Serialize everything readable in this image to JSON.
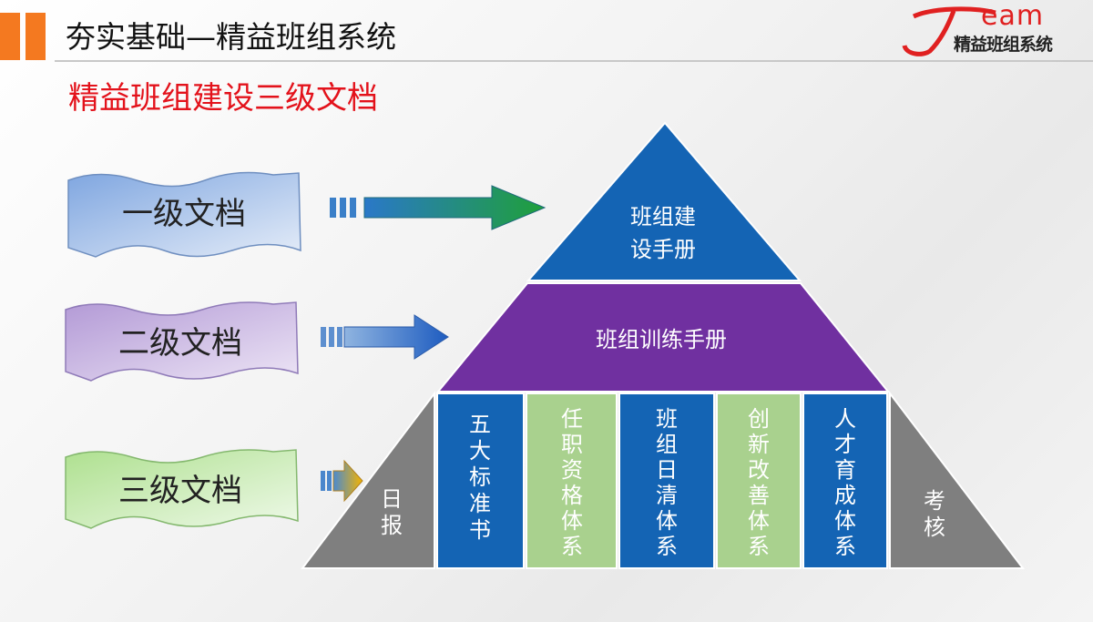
{
  "header": {
    "title": "夯实基础—精益班组系统",
    "logo_team": "eam",
    "logo_subtitle": "精益班组系统"
  },
  "subtitle": "精益班组建设三级文档",
  "levels": [
    {
      "label": "一级文档",
      "color": "#aac4ea"
    },
    {
      "label": "二级文档",
      "color": "#c9b6e0"
    },
    {
      "label": "三级文档",
      "color": "#c7eab8"
    }
  ],
  "pyramid": {
    "top": {
      "lines": [
        "班组建",
        "设手册"
      ],
      "color": "#1464b4"
    },
    "middle": {
      "label": "班组训练手册",
      "color": "#7030a0"
    },
    "bottom_columns": [
      {
        "chars": [
          "日",
          "报"
        ],
        "color": "#7f7f7f"
      },
      {
        "chars": [
          "五",
          "大",
          "标",
          "准",
          "书"
        ],
        "color": "#1464b4"
      },
      {
        "chars": [
          "任",
          "职",
          "资",
          "格",
          "体",
          "系"
        ],
        "color": "#a9d18e"
      },
      {
        "chars": [
          "班",
          "组",
          "日",
          "清",
          "体",
          "系"
        ],
        "color": "#1464b4"
      },
      {
        "chars": [
          "创",
          "新",
          "改",
          "善",
          "体",
          "系"
        ],
        "color": "#a9d18e"
      },
      {
        "chars": [
          "人",
          "才",
          "育",
          "成",
          "体",
          "系"
        ],
        "color": "#1464b4"
      },
      {
        "chars": [
          "考",
          "核"
        ],
        "color": "#7f7f7f"
      }
    ]
  }
}
